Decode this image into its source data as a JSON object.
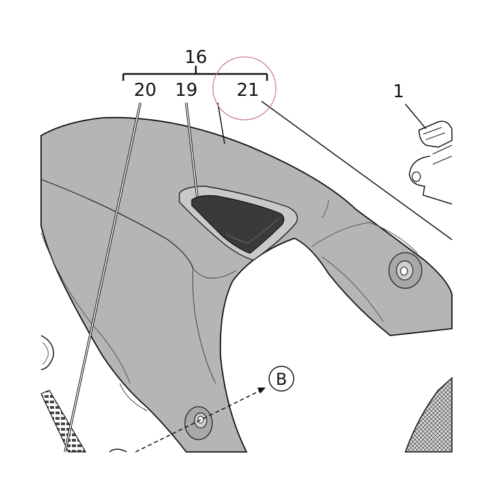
{
  "diagram": {
    "callouts": {
      "group": "16",
      "part_20": "20",
      "part_19": "19",
      "part_21": "21",
      "part_1": "1",
      "view_b": "B"
    },
    "colors": {
      "part_fill": "#b5b5b5",
      "insert_fill": "#3a3a3a",
      "line": "#111111",
      "highlight_circle": "#c77e86",
      "mesh_fill": "#d8d8d8"
    }
  }
}
